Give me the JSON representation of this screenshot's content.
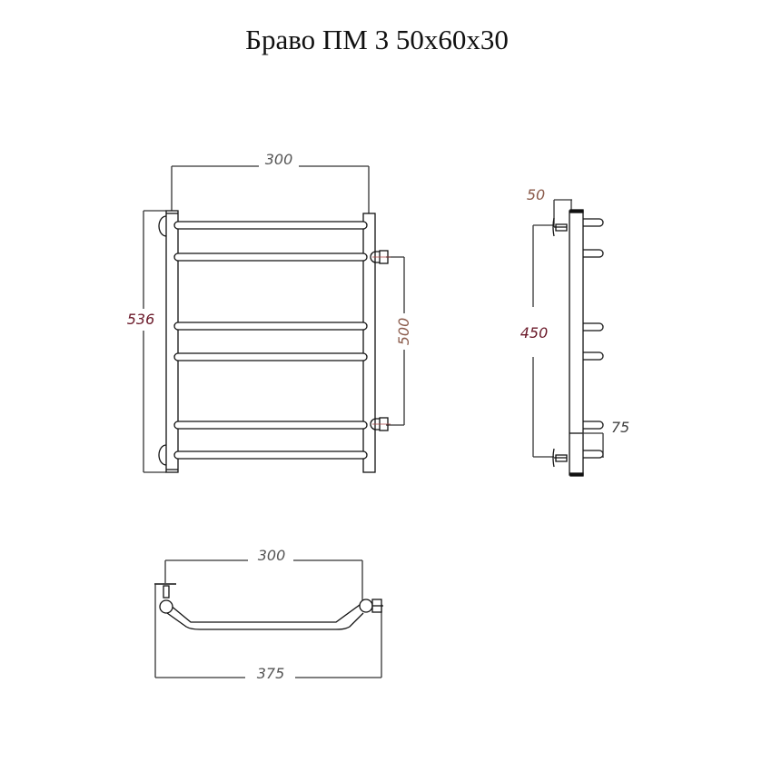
{
  "title": "Браво ПМ 3 50x60x30",
  "front_view": {
    "width_label": "300",
    "height_label": "536",
    "connection_label": "500",
    "rung_count": 6
  },
  "side_view": {
    "wall_offset_label": "50",
    "bracket_spacing_label": "450",
    "depth_label": "75"
  },
  "top_view": {
    "inner_width_label": "300",
    "overall_width_label": "375"
  },
  "colors": {
    "line": "#111111",
    "dim_gray": "#555555",
    "dim_red": "#6b1a2a",
    "dim_brown": "#8a5a4a"
  }
}
